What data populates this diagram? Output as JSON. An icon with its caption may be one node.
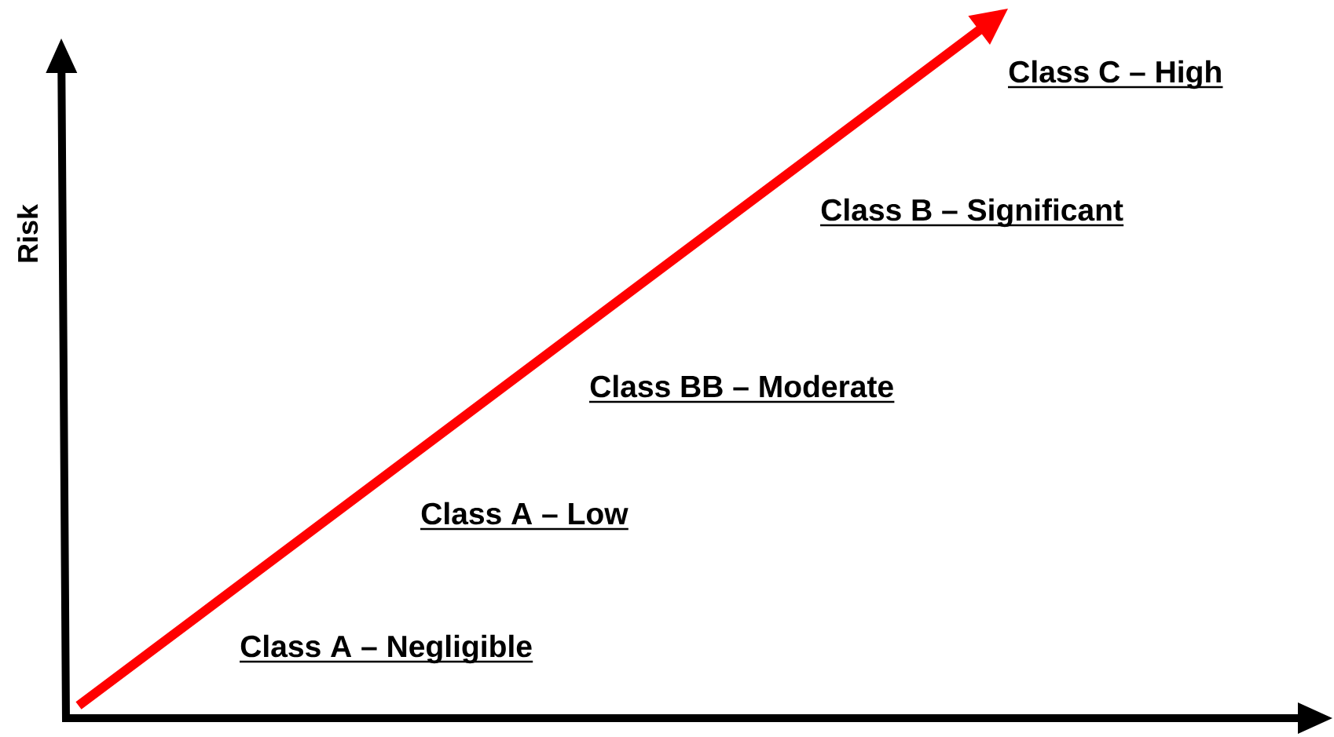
{
  "diagram": {
    "labels": [
      "Class C – High",
      "Class B – Significant",
      "Risk",
      "Class BB – Moderate",
      "Class A – Low",
      "Class A – Negligible"
    ]
  }
}
